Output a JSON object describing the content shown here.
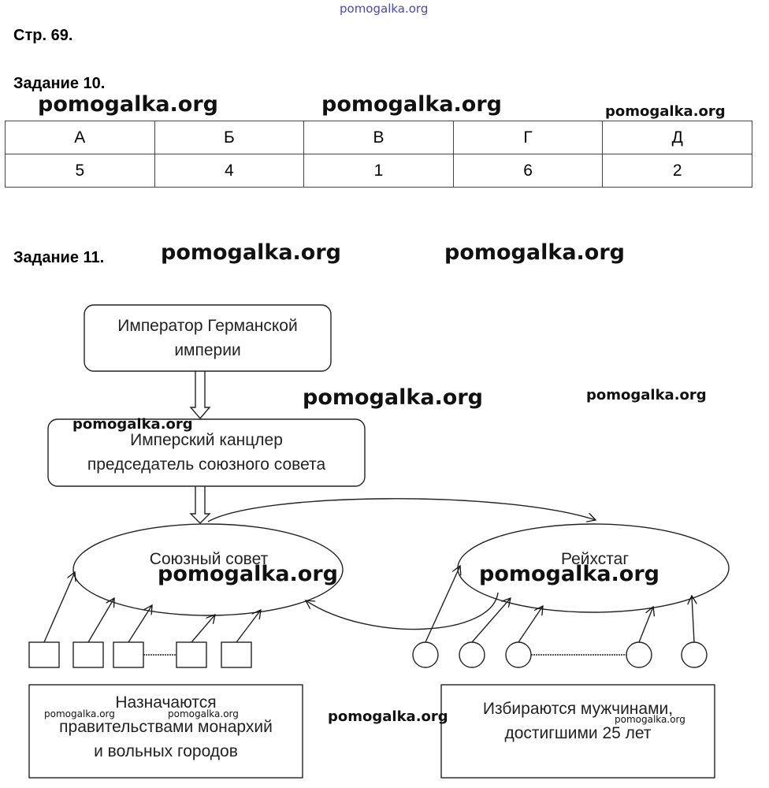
{
  "watermark": "pomogalka.org",
  "page_heading": "Стр. 69.",
  "task10": {
    "title": "Задание 10.",
    "headers": [
      "А",
      "Б",
      "В",
      "Г",
      "Д"
    ],
    "values": [
      "5",
      "4",
      "1",
      "6",
      "2"
    ]
  },
  "task11": {
    "title": "Задание 11.",
    "emperor": [
      "Император Германской",
      "империи"
    ],
    "chancellor": [
      "Имперский канцлер",
      "председатель союзного совета"
    ],
    "federal_council": "Союзный совет",
    "reichstag": "Рейхстаг",
    "left_note": [
      "Назначаются",
      "правительствами монархий",
      "и вольных городов"
    ],
    "right_note": [
      "Избираются мужчинами,",
      "достигшими 25 лет"
    ]
  }
}
